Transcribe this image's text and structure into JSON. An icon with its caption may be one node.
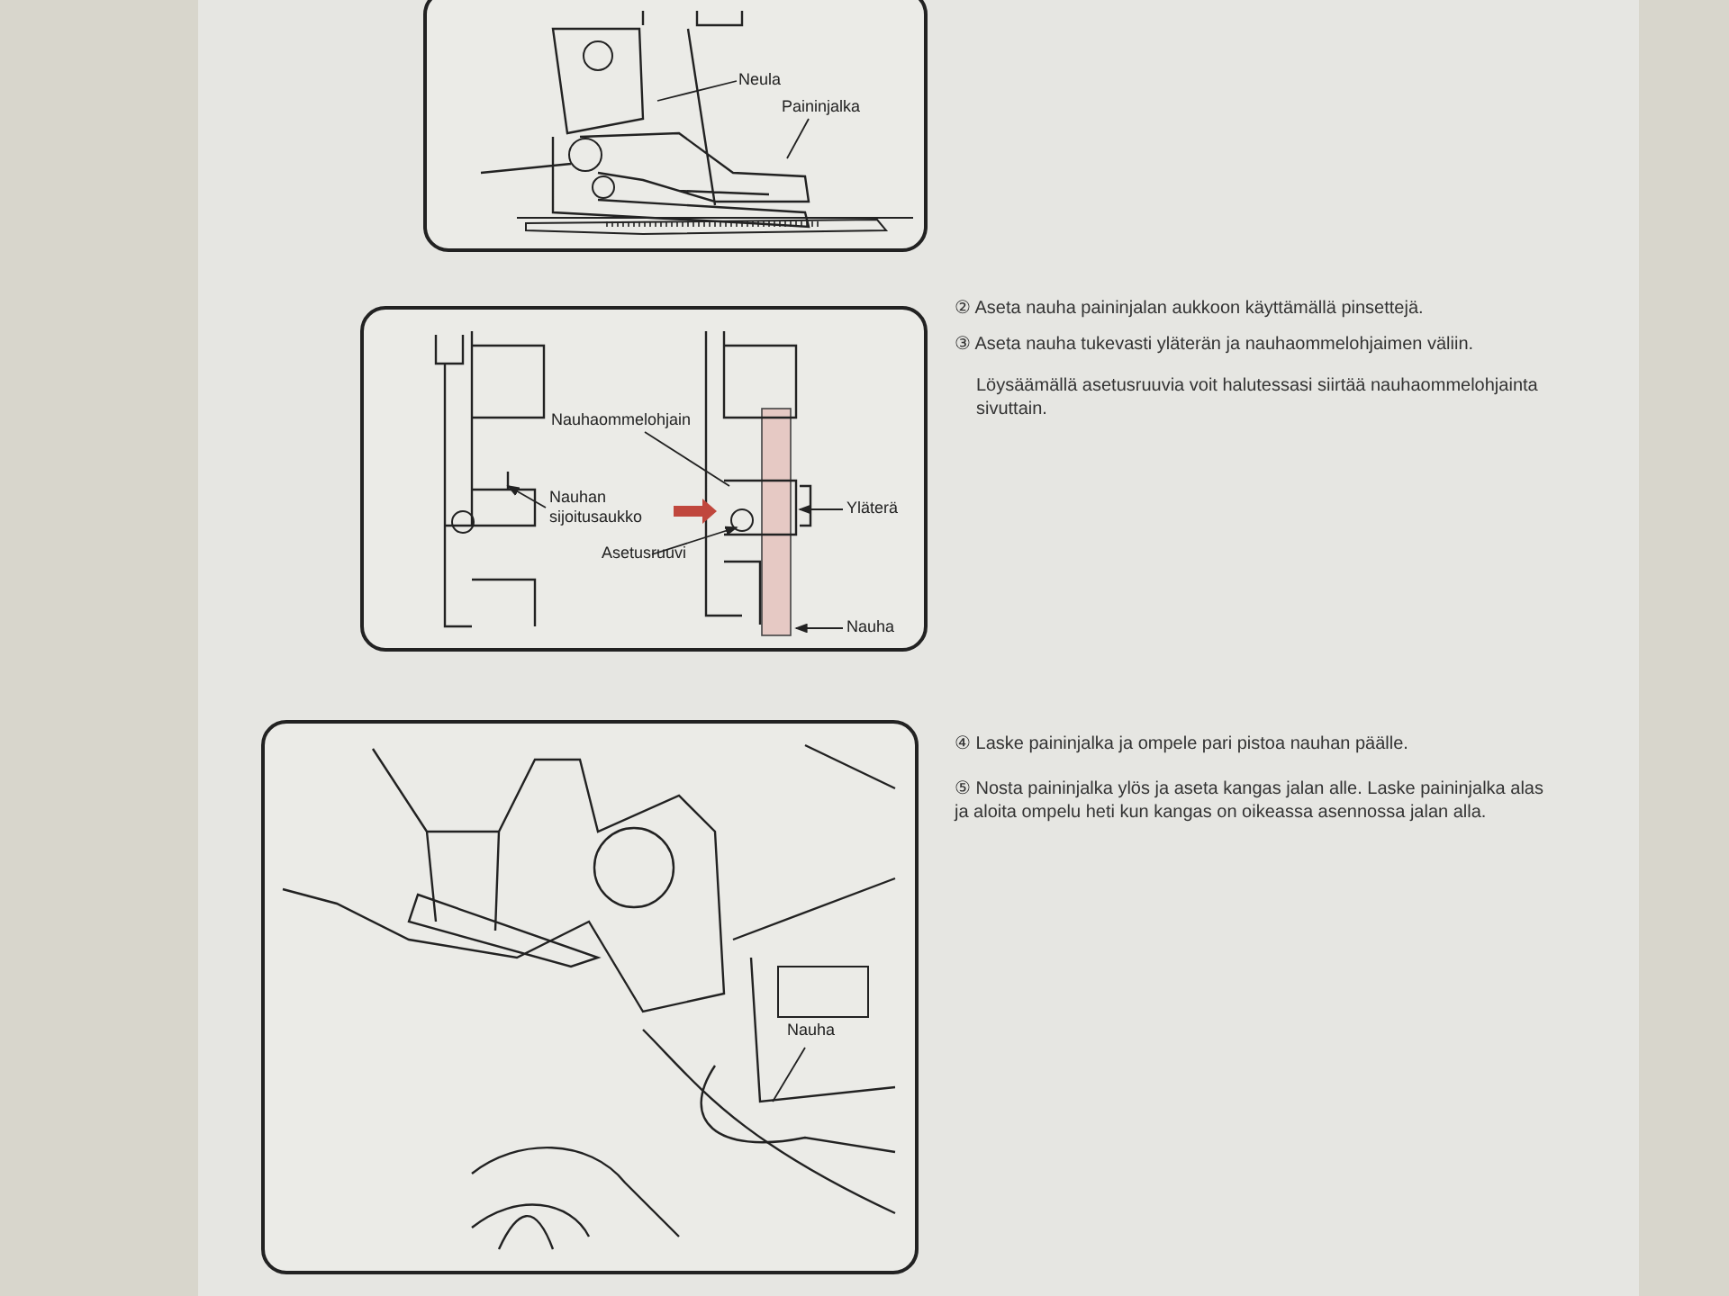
{
  "diagram": {
    "nodes": [
      {
        "text": [],
        "shape": "picture"
      },
      {
        "text": [
          "Neula"
        ],
        "in": 0
      },
      {
        "text": [
          "Paininjalka"
        ],
        "in": 0
      },
      {
        "text": [],
        "shape": "picture"
      },
      {
        "text": [
          "Nauhaommelohjain"
        ],
        "in": 3
      },
      {
        "text": [
          "Nauhan sijoitusaukko"
        ],
        "in": 3
      },
      {
        "text": [
          "Asetusruuvi"
        ],
        "in": 3
      },
      {
        "text": [
          "Yläterä"
        ],
        "in": 3
      },
      {
        "text": [
          "Nauha"
        ],
        "in": 3
      },
      {
        "text": [],
        "shape": "picture"
      },
      {
        "text": [
          "Nauha"
        ],
        "in": 9
      }
    ],
    "edges": [
      {
        "from": 1,
        "to": null,
        "arrow": "none"
      },
      {
        "from": 2,
        "to": null,
        "arrow": "none"
      },
      {
        "from": 4,
        "to": null,
        "arrow": "none"
      },
      {
        "from": 5,
        "to": null,
        "arrow": "to"
      },
      {
        "from": 6,
        "to": null,
        "arrow": "to"
      },
      {
        "from": 7,
        "to": null,
        "arrow": "to"
      },
      {
        "from": 8,
        "to": null,
        "arrow": "to"
      },
      {
        "from": 10,
        "to": null,
        "arrow": "none"
      }
    ],
    "labels": [
      "② Aseta nauha paininjalan aukkoon käyttämällä pinsettejä.",
      "③ Aseta nauha tukevasti yläterän ja nauhaommelohjaimen väliin.",
      "Löysäämällä asetusruuvia voit halutessasi siirtää nauhaommelohjainta sivuttain.",
      "④ Laske paininjalka ja ompele pari pistoa nauhan päälle.",
      "⑤ Nosta paininjalka ylös ja aseta kangas jalan alle. Laske paininjalka alas ja aloita ompelu heti kun kangas on oikeassa asennossa jalan alla."
    ]
  }
}
